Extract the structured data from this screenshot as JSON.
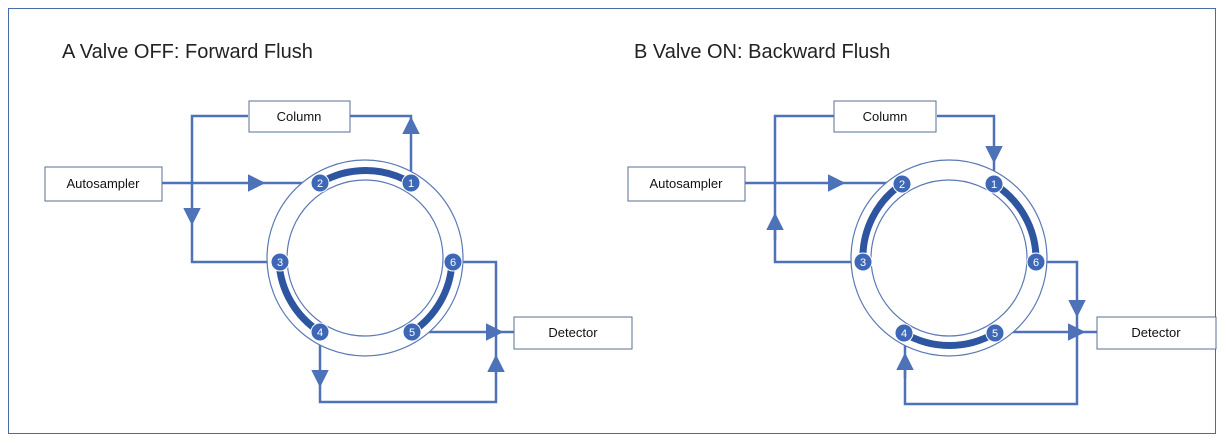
{
  "panels": [
    {
      "title": "A Valve OFF: Forward Flush",
      "column_label": "Column",
      "autosampler_label": "Autosampler",
      "detector_label": "Detector",
      "ports": [
        "1",
        "2",
        "3",
        "4",
        "5",
        "6"
      ]
    },
    {
      "title": "B Valve ON: Backward Flush",
      "column_label": "Column",
      "autosampler_label": "Autosampler",
      "detector_label": "Detector",
      "ports": [
        "1",
        "2",
        "3",
        "4",
        "5",
        "6"
      ]
    }
  ],
  "colors": {
    "tube": "#4d72b8",
    "port": "#3e68b6",
    "groove": "#2e55a0"
  }
}
